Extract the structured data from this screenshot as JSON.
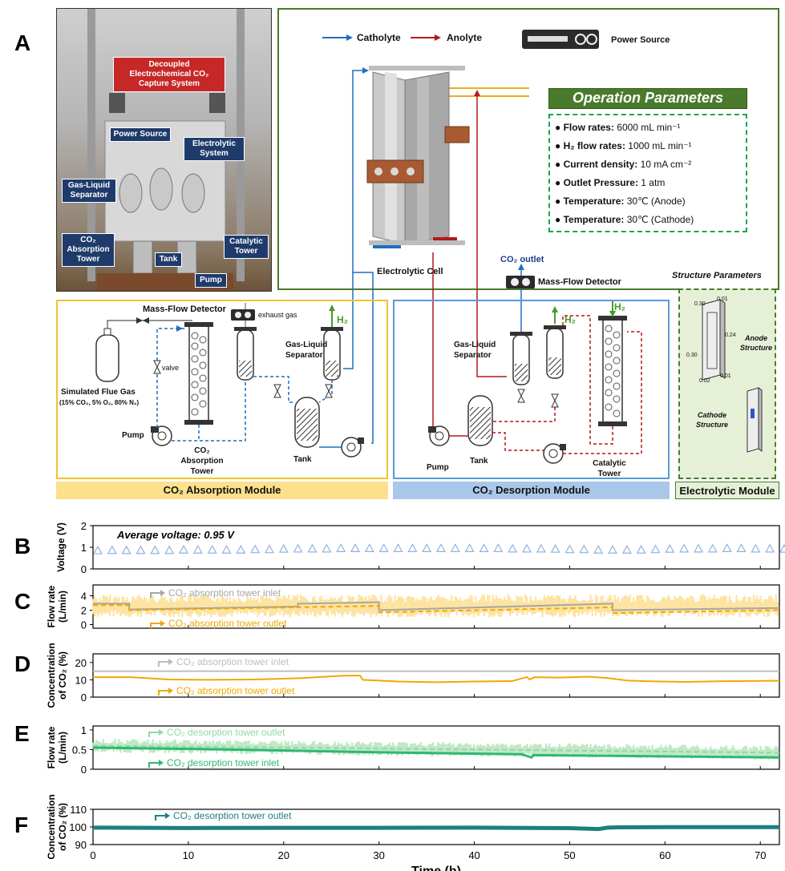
{
  "panel_letters": {
    "a": "A",
    "b": "B",
    "c": "C",
    "d": "D",
    "e": "E",
    "f": "F"
  },
  "photo": {
    "title": "Decoupled Electrochemical CO₂ Capture System",
    "tags": {
      "power_source": "Power Source",
      "electrolytic_system": "Electrolytic System",
      "gas_liquid_separator": "Gas-Liquid Separator",
      "absorption_tower": "CO₂ Absorption Tower",
      "tank": "Tank",
      "catalytic_tower": "Catalytic Tower",
      "pump": "Pump"
    }
  },
  "electrolytic": {
    "legend_catholyte": "Catholyte",
    "legend_anolyte": "Anolyte",
    "power_source": "Power Source",
    "cell_label": "Electrolytic Cell",
    "co2_outlet": "CO₂ outlet",
    "mass_flow_detector": "Mass-Flow Detector",
    "op_title": "Operation Parameters",
    "op_items": [
      {
        "label": "Flow rates:",
        "value": "6000 mL min⁻¹"
      },
      {
        "label": "H₂ flow rates:",
        "value": "1000 mL min⁻¹"
      },
      {
        "label": "Current density:",
        "value": "10 mA cm⁻²"
      },
      {
        "label": "Outlet Pressure:",
        "value": "1 atm"
      },
      {
        "label": "Temperature:",
        "value": "30℃ (Anode)"
      },
      {
        "label": "Temperature:",
        "value": "30℃ (Cathode)"
      }
    ],
    "structure_title": "Structure Parameters",
    "anode_structure": "Anode Structure",
    "cathode_structure": "Cathode Structure",
    "dims": {
      "d1": "0.30",
      "d2": "0.01",
      "d3": "0.24",
      "d4": "0.30",
      "d5": "0.02",
      "d6": "0.01"
    }
  },
  "absorption": {
    "mass_flow_detector": "Mass-Flow Detector",
    "exhaust_gas": "exhaust gas",
    "h2": "H₂",
    "valve": "valve",
    "flue_gas": "Simulated Flue Gas",
    "flue_gas_comp": "(15% CO₂, 5% O₂, 80% N₂)",
    "gas_liquid_separator": "Gas-Liquid Separator",
    "pump": "Pump",
    "tower": "CO₂ Absorption Tower",
    "tank": "Tank"
  },
  "desorption": {
    "gas_liquid_separator": "Gas-Liquid Separator",
    "h2": "H₂",
    "h2b": "H₂",
    "pump": "Pump",
    "tank": "Tank",
    "tower": "Catalytic Tower"
  },
  "modules": {
    "absorption": "CO₂ Absorption Module",
    "desorption": "CO₂ Desorption Module",
    "electrolytic": "Electrolytic Module"
  },
  "colors": {
    "catholyte": "#1e6fc2",
    "anolyte": "#b3191b",
    "absorption_bg": "#fde08a",
    "desorption_bg": "#a9c7e8",
    "electrolytic_bg": "#e6f0d6",
    "panel_green": "#4a7a2c",
    "dashed_green": "#1aa64a",
    "voltage": "#8fb3d9",
    "abs_inlet": "#a6a6a6",
    "abs_outlet": "#f0a800",
    "abs_band": "#fde3a0",
    "des_band": "#bfe8c4",
    "des_line": "#2eb872",
    "des_dashed": "#8fd9a6",
    "f_line": "#1e7f7f"
  },
  "chart_data": [
    {
      "type": "scatter",
      "panel": "B",
      "ylabel": "Voltage (V)",
      "ylim": [
        0,
        2
      ],
      "yticks": [
        0,
        1,
        2
      ],
      "xlim": [
        0,
        72
      ],
      "annotation": "Average voltage: 0.95 V",
      "series": [
        {
          "marker": "triangle",
          "x": [
            0,
            1.5,
            3,
            4.5,
            6,
            7.5,
            9,
            10.5,
            12,
            13.5,
            15,
            16.5,
            18,
            19.5,
            21,
            22.5,
            24,
            25.5,
            27,
            28.5,
            30,
            31.5,
            33,
            34.5,
            36,
            37.5,
            39,
            40.5,
            42,
            43.5,
            45,
            46.5,
            48,
            49.5,
            51,
            52.5,
            54,
            55.5,
            57,
            58.5,
            60,
            61.5,
            63,
            64.5,
            66,
            67.5,
            69,
            70.5,
            72
          ],
          "y": [
            0.85,
            0.86,
            0.86,
            0.86,
            0.86,
            0.86,
            0.88,
            0.88,
            0.88,
            0.88,
            0.88,
            0.9,
            0.9,
            0.92,
            0.93,
            0.93,
            0.93,
            0.95,
            0.95,
            0.95,
            0.95,
            0.95,
            0.95,
            0.95,
            0.95,
            0.95,
            0.95,
            0.95,
            0.95,
            0.93,
            0.93,
            0.93,
            0.92,
            0.9,
            0.9,
            0.88,
            0.88,
            0.88,
            0.88,
            0.9,
            0.92,
            0.93,
            0.93,
            0.93,
            0.95,
            0.95,
            0.93,
            0.93,
            0.92
          ]
        }
      ]
    },
    {
      "type": "line",
      "panel": "C",
      "ylabel": "Flow rate (L/min)",
      "ylim": [
        -0.5,
        5.5
      ],
      "yticks": [
        0,
        2,
        4
      ],
      "xlim": [
        0,
        72
      ],
      "series": [
        {
          "name": "CO₂ absorption tower inlet",
          "x": [
            0,
            3.8,
            3.8,
            21.5,
            21.5,
            30,
            30,
            54.5,
            54.5,
            72
          ],
          "y": [
            2.9,
            2.9,
            2.1,
            2.5,
            2.9,
            3.1,
            2.0,
            2.9,
            2.0,
            2.3
          ]
        },
        {
          "name": "CO₂ absorption tower outlet",
          "x": [
            0,
            3.8,
            3.8,
            30,
            30,
            54.5,
            54.5,
            72
          ],
          "y": [
            2.7,
            2.7,
            2.0,
            2.6,
            1.7,
            2.4,
            1.6,
            2.0
          ]
        }
      ],
      "band": {
        "x": [
          0,
          72
        ],
        "low": 1.0,
        "high": 4.2
      }
    },
    {
      "type": "line",
      "panel": "D",
      "ylabel": "Concentration of CO₂ (%)",
      "ylim": [
        0,
        25
      ],
      "yticks": [
        0,
        10,
        20
      ],
      "xlim": [
        0,
        72
      ],
      "series": [
        {
          "name": "CO₂ absorption tower inlet",
          "x": [
            0,
            72
          ],
          "y": [
            15,
            15
          ]
        },
        {
          "name": "CO₂ absorption tower outlet",
          "x": [
            0,
            4,
            8,
            12,
            17,
            22,
            26,
            28,
            28.3,
            32,
            36,
            40,
            44,
            45.5,
            45.8,
            46.3,
            49,
            52,
            54,
            56,
            58,
            62,
            66,
            70,
            72
          ],
          "y": [
            11.5,
            11.5,
            10.2,
            10,
            10.2,
            11,
            12.3,
            12.5,
            10,
            9,
            8.6,
            9,
            9.3,
            11.6,
            10.2,
            11.5,
            11.3,
            11.8,
            11,
            9.6,
            9.2,
            8.8,
            9.2,
            9.4,
            9.5
          ]
        }
      ]
    },
    {
      "type": "line",
      "panel": "E",
      "ylabel": "Flow rate (L/min)",
      "ylim": [
        0,
        1.1
      ],
      "yticks": [
        0,
        0.5,
        1
      ],
      "xlim": [
        0,
        72
      ],
      "series": [
        {
          "name": "CO₂ desorption tower outlet",
          "style": "dashed",
          "x": [
            0,
            72
          ],
          "y": [
            0.6,
            0.42
          ]
        },
        {
          "name": "CO₂ desorption tower inlet",
          "x": [
            0,
            15,
            30,
            45,
            46,
            46.2,
            72
          ],
          "y": [
            0.55,
            0.5,
            0.43,
            0.38,
            0.3,
            0.36,
            0.3
          ]
        }
      ],
      "band": {
        "x": [
          0,
          72
        ],
        "low_start": 0.42,
        "low_end": 0.24,
        "high_start": 0.78,
        "high_end": 0.6
      }
    },
    {
      "type": "line",
      "panel": "F",
      "ylabel": "Concentration of CO₂ (%)",
      "ylim": [
        90,
        110
      ],
      "yticks": [
        90,
        100,
        110
      ],
      "xlim": [
        0,
        72
      ],
      "xlabel": "Time (h)",
      "xticks": [
        0,
        10,
        20,
        30,
        40,
        50,
        60,
        70
      ],
      "series": [
        {
          "name": "CO₂ desorption tower outlet",
          "x": [
            0,
            10,
            20,
            30,
            40,
            50,
            53,
            54,
            55,
            60,
            70,
            72
          ],
          "y": [
            99.6,
            99.4,
            99.5,
            99.5,
            99.6,
            99.3,
            98.8,
            99.6,
            99.8,
            99.9,
            99.9,
            99.9
          ]
        }
      ]
    }
  ]
}
